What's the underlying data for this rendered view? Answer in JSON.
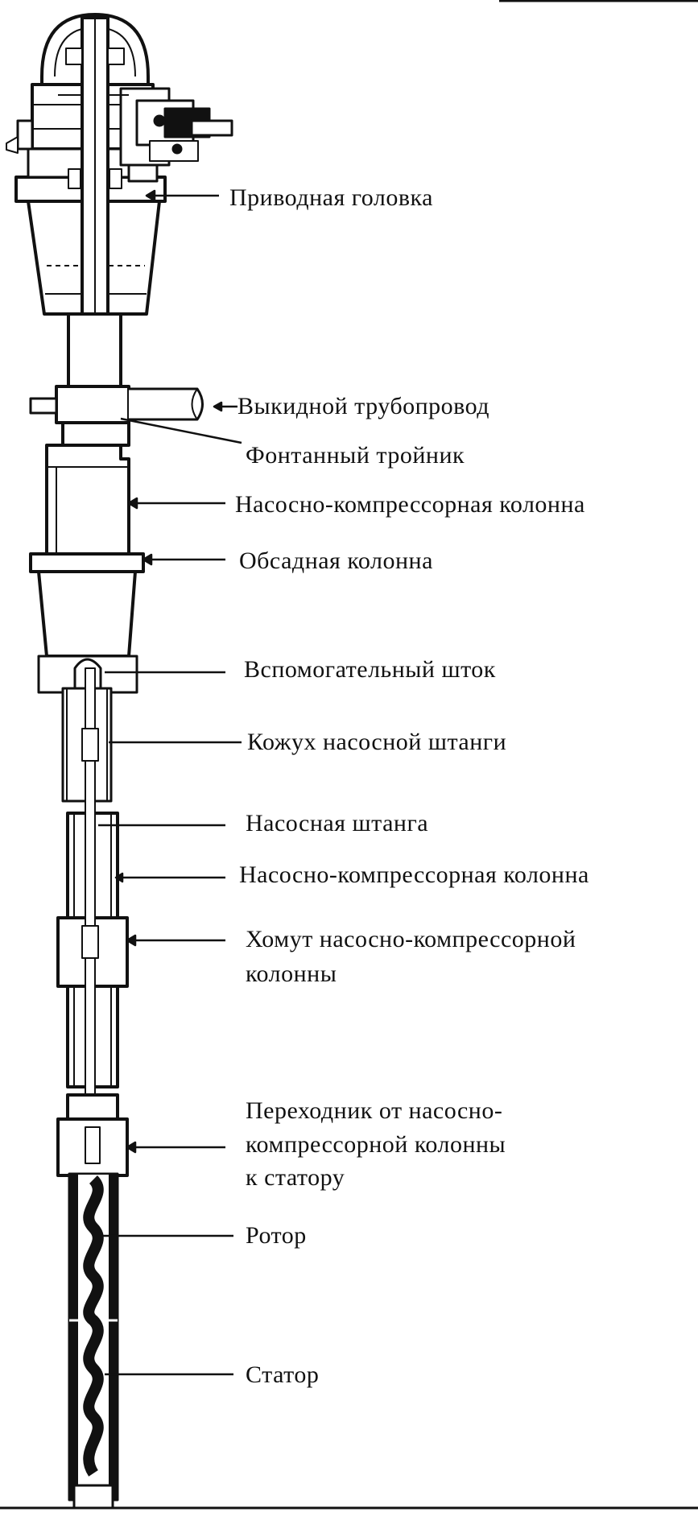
{
  "labels": {
    "drive_head": "Приводная головка",
    "flow_line": "Выкидной трубопровод",
    "flow_tee": "Фонтанный тройник",
    "tubing_upper": "Насосно-компрессорная колонна",
    "casing": "Обсадная колонна",
    "polished_rod": "Вспомогательный шток",
    "rod_guard": "Кожух насосной штанги",
    "sucker_rod": "Насосная штанга",
    "tubing_lower": "Насосно-компрессорная колонна",
    "tubing_collar": {
      "line1": "Хомут насосно-компрессорной",
      "line2": "колонны"
    },
    "adapter": {
      "line1": "Переходник от насосно-",
      "line2": "компрессорной колонны",
      "line3": "к статору"
    },
    "rotor": "Ротор",
    "stator": "Статор"
  }
}
